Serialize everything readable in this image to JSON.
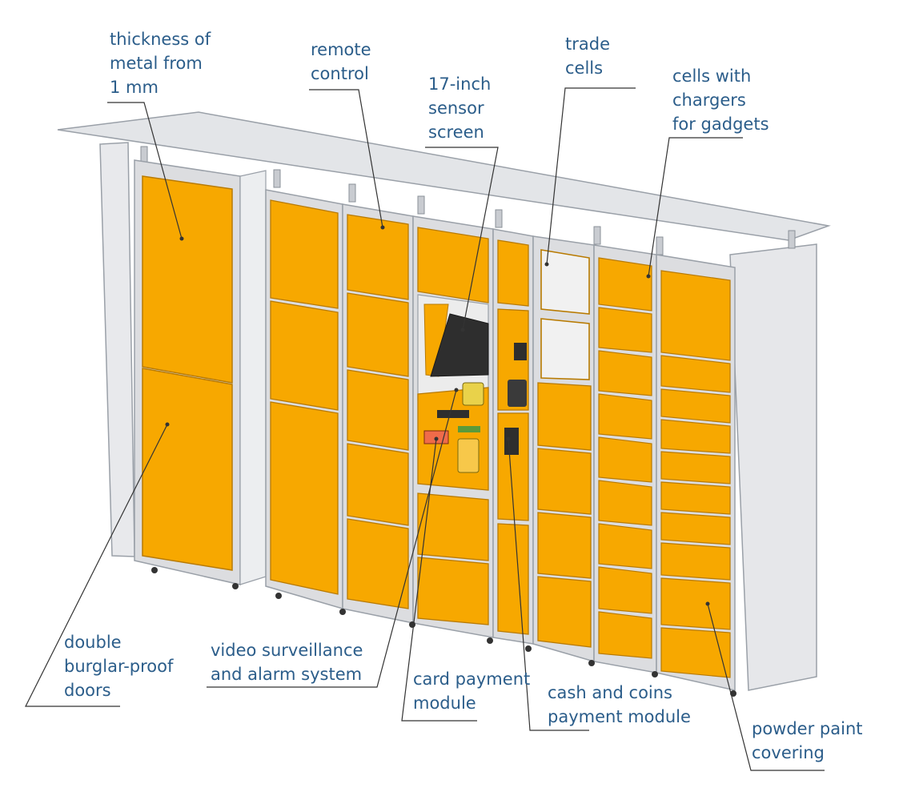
{
  "colors": {
    "door_fill": "#f7a800",
    "door_stroke": "#b87a00",
    "frame": "#dcdde0",
    "frame_stroke": "#9aa0a8",
    "canopy": "#e3e5e8",
    "label_text": "#2b5d8a",
    "leader_line": "#333333",
    "screen": "#2e2e2e"
  },
  "labels": {
    "thickness": [
      "thickness of",
      "metal from",
      "1 mm"
    ],
    "remote_control": [
      "remote",
      "control"
    ],
    "sensor_screen": [
      "17-inch",
      "sensor",
      "screen"
    ],
    "trade_cells": [
      "trade",
      "cells"
    ],
    "chargers": [
      "cells with",
      "chargers",
      "for gadgets"
    ],
    "double_doors": [
      "double",
      "burglar-proof",
      "doors"
    ],
    "video": [
      "video surveillance",
      "and alarm system"
    ],
    "card_payment": [
      "card payment",
      "module"
    ],
    "cash_payment": [
      "cash and coins",
      "payment module"
    ],
    "powder_paint": [
      "powder paint",
      "covering"
    ]
  }
}
